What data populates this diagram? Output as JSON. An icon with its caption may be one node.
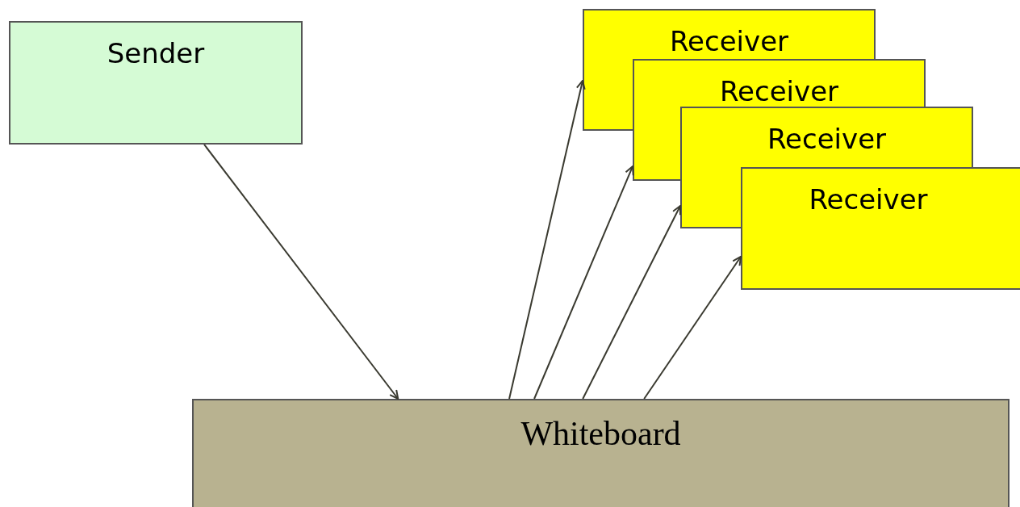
{
  "diagram": {
    "nodes": [
      {
        "text": [
          "Sender"
        ]
      },
      {
        "text": [
          "Whiteboard"
        ]
      },
      {
        "text": [
          "Receiver"
        ]
      },
      {
        "text": [
          "Receiver"
        ]
      },
      {
        "text": [
          "Receiver"
        ]
      },
      {
        "text": [
          "Receiver"
        ]
      }
    ],
    "edges": [
      {
        "from": 0,
        "to": 1,
        "arrow": "to"
      },
      {
        "from": 1,
        "to": 2,
        "arrow": "to"
      },
      {
        "from": 1,
        "to": 3,
        "arrow": "to"
      },
      {
        "from": 1,
        "to": 4,
        "arrow": "to"
      },
      {
        "from": 1,
        "to": 5,
        "arrow": "to"
      }
    ]
  }
}
